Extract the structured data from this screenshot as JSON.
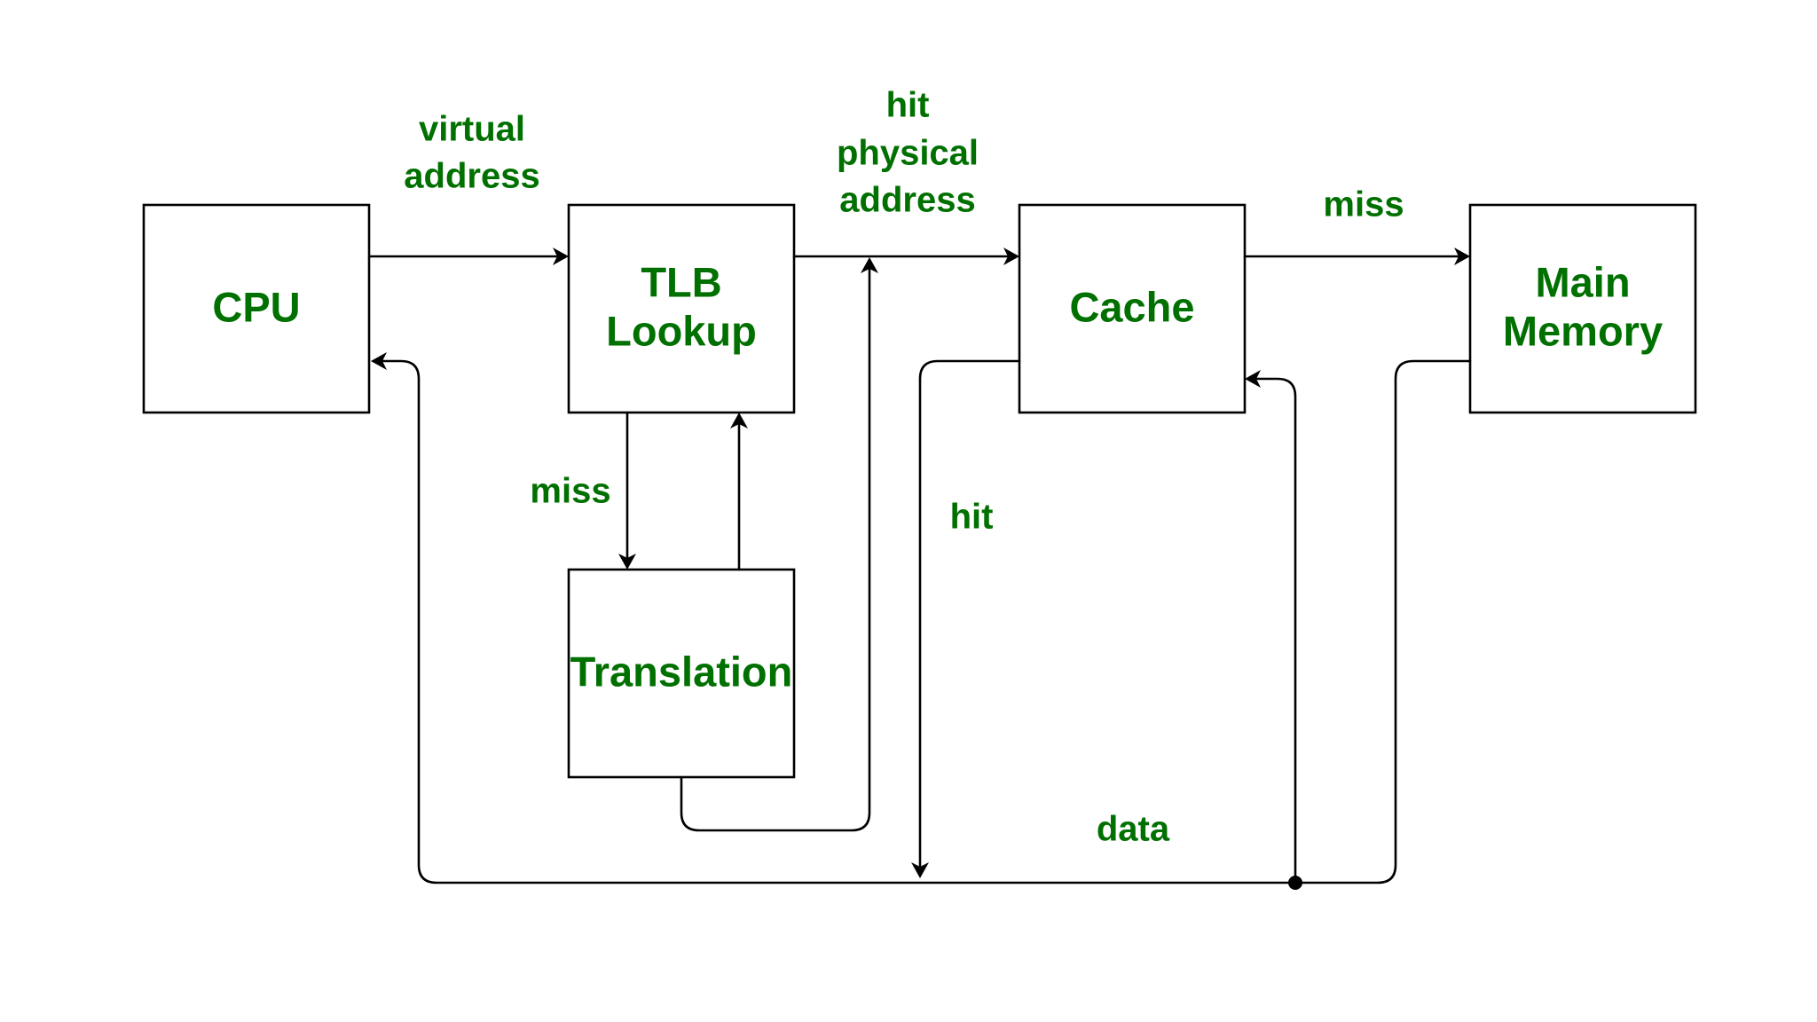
{
  "nodes": {
    "cpu": {
      "line1": "CPU"
    },
    "tlb": {
      "line1": "TLB",
      "line2": "Lookup"
    },
    "translation": {
      "line1": "Translation"
    },
    "cache": {
      "line1": "Cache"
    },
    "memory": {
      "line1": "Main",
      "line2": "Memory"
    }
  },
  "edges": {
    "cpu_to_tlb": {
      "line1": "virtual",
      "line2": "address"
    },
    "tlb_to_cache": {
      "line1": "hit",
      "line2": "physical",
      "line3": "address"
    },
    "tlb_miss": {
      "line1": "miss"
    },
    "cache_miss": {
      "line1": "miss"
    },
    "cache_hit": {
      "line1": "hit"
    },
    "data_bus": {
      "line1": "data"
    }
  },
  "colors": {
    "label": "#007000",
    "line": "#000000",
    "background": "#ffffff"
  }
}
